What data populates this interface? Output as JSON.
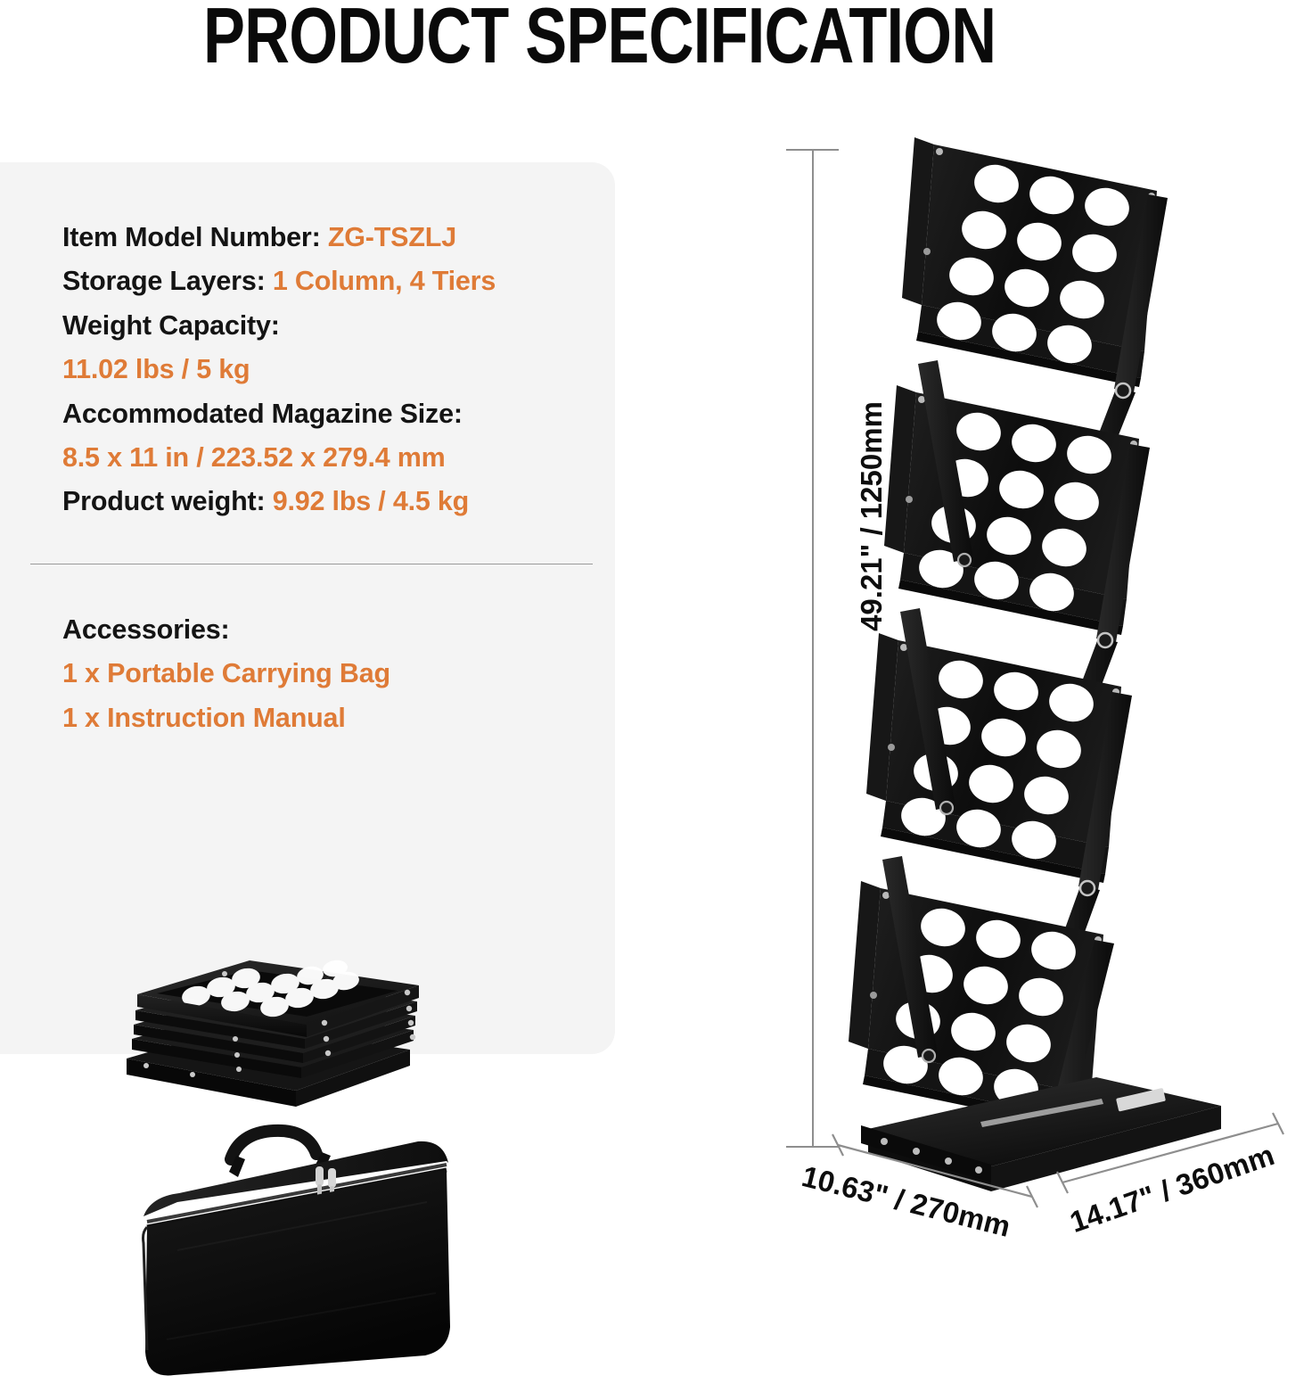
{
  "page": {
    "title": "PRODUCT SPECIFICATION",
    "background_color": "#ffffff",
    "accent_color": "#df7b37",
    "card_color": "#f4f4f4",
    "text_color": "#141414"
  },
  "spec_card": {
    "rows": [
      {
        "label": "Item Model Number:",
        "value": "ZG-TSZLJ",
        "same_line": true
      },
      {
        "label": "Storage Layers:",
        "value": "1 Column, 4 Tiers",
        "same_line": true
      },
      {
        "label": "Weight Capacity:",
        "value": "11.02 lbs / 5 kg",
        "same_line": false
      },
      {
        "label": "Accommodated Magazine Size:",
        "value": "8.5 x 11 in / 223.52 x 279.4 mm",
        "same_line": false
      },
      {
        "label": "Product weight:",
        "value": "9.92 lbs / 4.5 kg",
        "same_line": true
      }
    ],
    "accessories": {
      "heading": "Accessories:",
      "items": [
        "1 x Portable Carrying Bag",
        "1 x Instruction Manual"
      ]
    }
  },
  "illustrations": {
    "folded_stack_name": "folded-rack-stack",
    "carrying_bag_name": "portable-carrying-bag",
    "product_name": "magazine-rack-4-tier"
  },
  "dimensions": {
    "height": "49.21\" / 1250mm",
    "depth": "10.63\" / 270mm",
    "width": "14.17\" / 360mm"
  }
}
